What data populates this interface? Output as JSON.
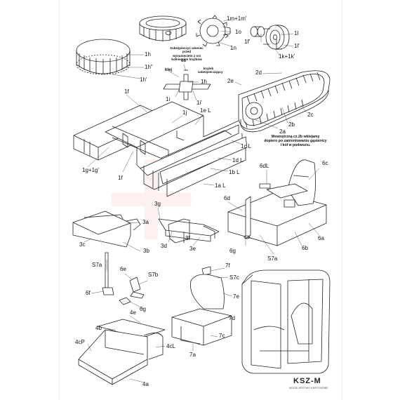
{
  "labels": {
    "l_1m1m": "1m+1m'",
    "l_1o": "1o",
    "l_1n": "1n",
    "l_1l": "1l",
    "l_1lp": "1l'",
    "l_1f2": "1f'",
    "l_1kk": "1k+1k'",
    "l_1h": "1h",
    "l_1h2": "1h\"",
    "l_1h1": "1h'",
    "l_os": "oś",
    "l_klej": "klej",
    "l_1h_b": "1h",
    "l_1i": "1i",
    "l_1ip": "1i'",
    "l_2d": "2d",
    "l_2e": "2e",
    "l_2c": "2c",
    "l_2b": "2b",
    "l_2a": "2a",
    "l_1f": "1f",
    "l_1j": "1j",
    "l_1eL": "1e L",
    "l_1cL": "1c L",
    "l_1dL": "1d L",
    "l_1bL": "1b L",
    "l_1aL": "1a L",
    "l_1g": "1g+1g'",
    "l_1f_b": "1f",
    "l_6dL": "6dL",
    "l_6c": "6c",
    "l_6d": "6d",
    "l_6a": "6a",
    "l_6b": "6b",
    "l_6g": "6g",
    "l_S7a": "S7a",
    "l_3g": "3g",
    "l_3a": "3a",
    "l_3c": "3c",
    "l_3b": "3b",
    "l_3d": "3d",
    "l_3f": "3f",
    "l_3e": "3e",
    "l_S7a_b": "S7a",
    "l_6e": "6e",
    "l_S7b": "S7b",
    "l_6f": "6f",
    "l_6g_b": "6g",
    "l_7f": "7f",
    "l_S7c": "S7c",
    "l_7e": "7e",
    "l_7d": "7d",
    "l_7c": "7c",
    "l_7a": "7a",
    "l_4e": "4e",
    "l_4b": "4b",
    "l_4cP": "4cP",
    "l_4cL": "4cL",
    "l_4a": "4a"
  },
  "notes": {
    "note_wheel": "Zabezpieczyć wieniec przed\nwysunięciem z osi kołnierzem krążków",
    "note_krazek": "krążek\nzabezpieczający",
    "note_track": "Wewnętrzną cz.2b wklejamy\ndopiero po zamontowaniu gąsienicy\ni kół w podwoziu."
  },
  "brand": {
    "logo": "KSZ-M",
    "subtitle": "MODELARSTWO KARTONOWE"
  }
}
